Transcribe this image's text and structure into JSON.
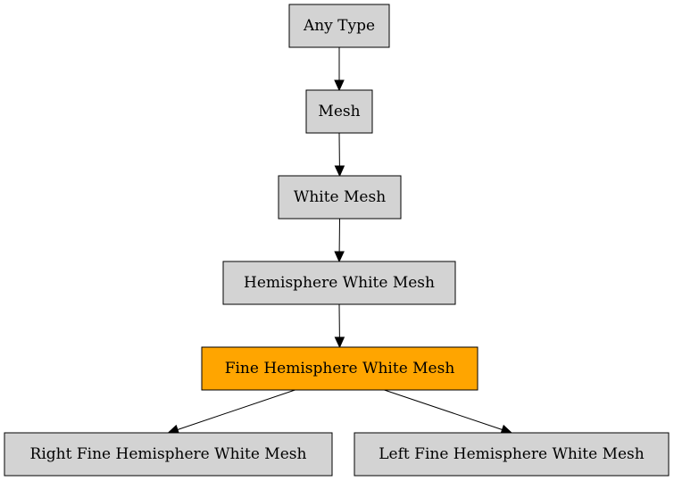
{
  "diagram": {
    "colors": {
      "default_fill": "#d3d3d3",
      "highlight_fill": "#ffa500",
      "stroke": "#000000",
      "background": "#ffffff"
    },
    "nodes": [
      {
        "id": "any-type",
        "label": "Any Type",
        "highlighted": false
      },
      {
        "id": "mesh",
        "label": "Mesh",
        "highlighted": false
      },
      {
        "id": "white-mesh",
        "label": "White Mesh",
        "highlighted": false
      },
      {
        "id": "hemisphere-white-mesh",
        "label": "Hemisphere White Mesh",
        "highlighted": false
      },
      {
        "id": "fine-hemisphere-white-mesh",
        "label": "Fine Hemisphere White Mesh",
        "highlighted": true
      },
      {
        "id": "right-fine-hemisphere-white-mesh",
        "label": "Right Fine Hemisphere White Mesh",
        "highlighted": false
      },
      {
        "id": "left-fine-hemisphere-white-mesh",
        "label": "Left Fine Hemisphere White Mesh",
        "highlighted": false
      }
    ],
    "edges": [
      {
        "from": "any-type",
        "to": "mesh"
      },
      {
        "from": "mesh",
        "to": "white-mesh"
      },
      {
        "from": "white-mesh",
        "to": "hemisphere-white-mesh"
      },
      {
        "from": "hemisphere-white-mesh",
        "to": "fine-hemisphere-white-mesh"
      },
      {
        "from": "fine-hemisphere-white-mesh",
        "to": "right-fine-hemisphere-white-mesh"
      },
      {
        "from": "fine-hemisphere-white-mesh",
        "to": "left-fine-hemisphere-white-mesh"
      }
    ]
  }
}
